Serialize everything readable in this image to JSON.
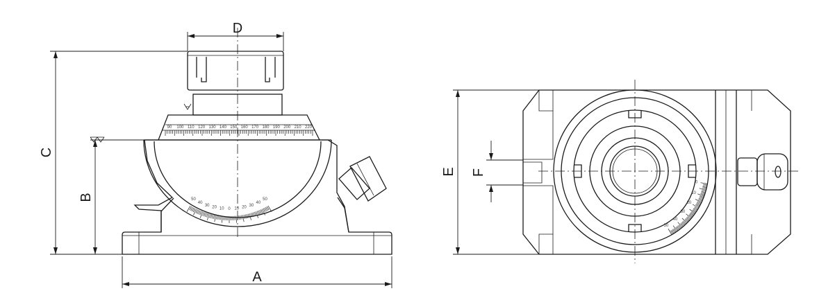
{
  "labels": {
    "A": "A",
    "B": "B",
    "C": "C",
    "D": "D",
    "E": "E",
    "F": "F"
  },
  "scales": {
    "top_dial": [
      "90",
      "100",
      "110",
      "120",
      "130",
      "140",
      "150",
      "160",
      "170",
      "180",
      "190",
      "200",
      "210",
      "220"
    ],
    "arc_scale": [
      "50",
      "40",
      "30",
      "20",
      "10",
      "0",
      "10",
      "20",
      "30",
      "40",
      "50"
    ],
    "plan_scale": [
      "0",
      "10",
      "20",
      "30",
      "40",
      "50"
    ]
  }
}
